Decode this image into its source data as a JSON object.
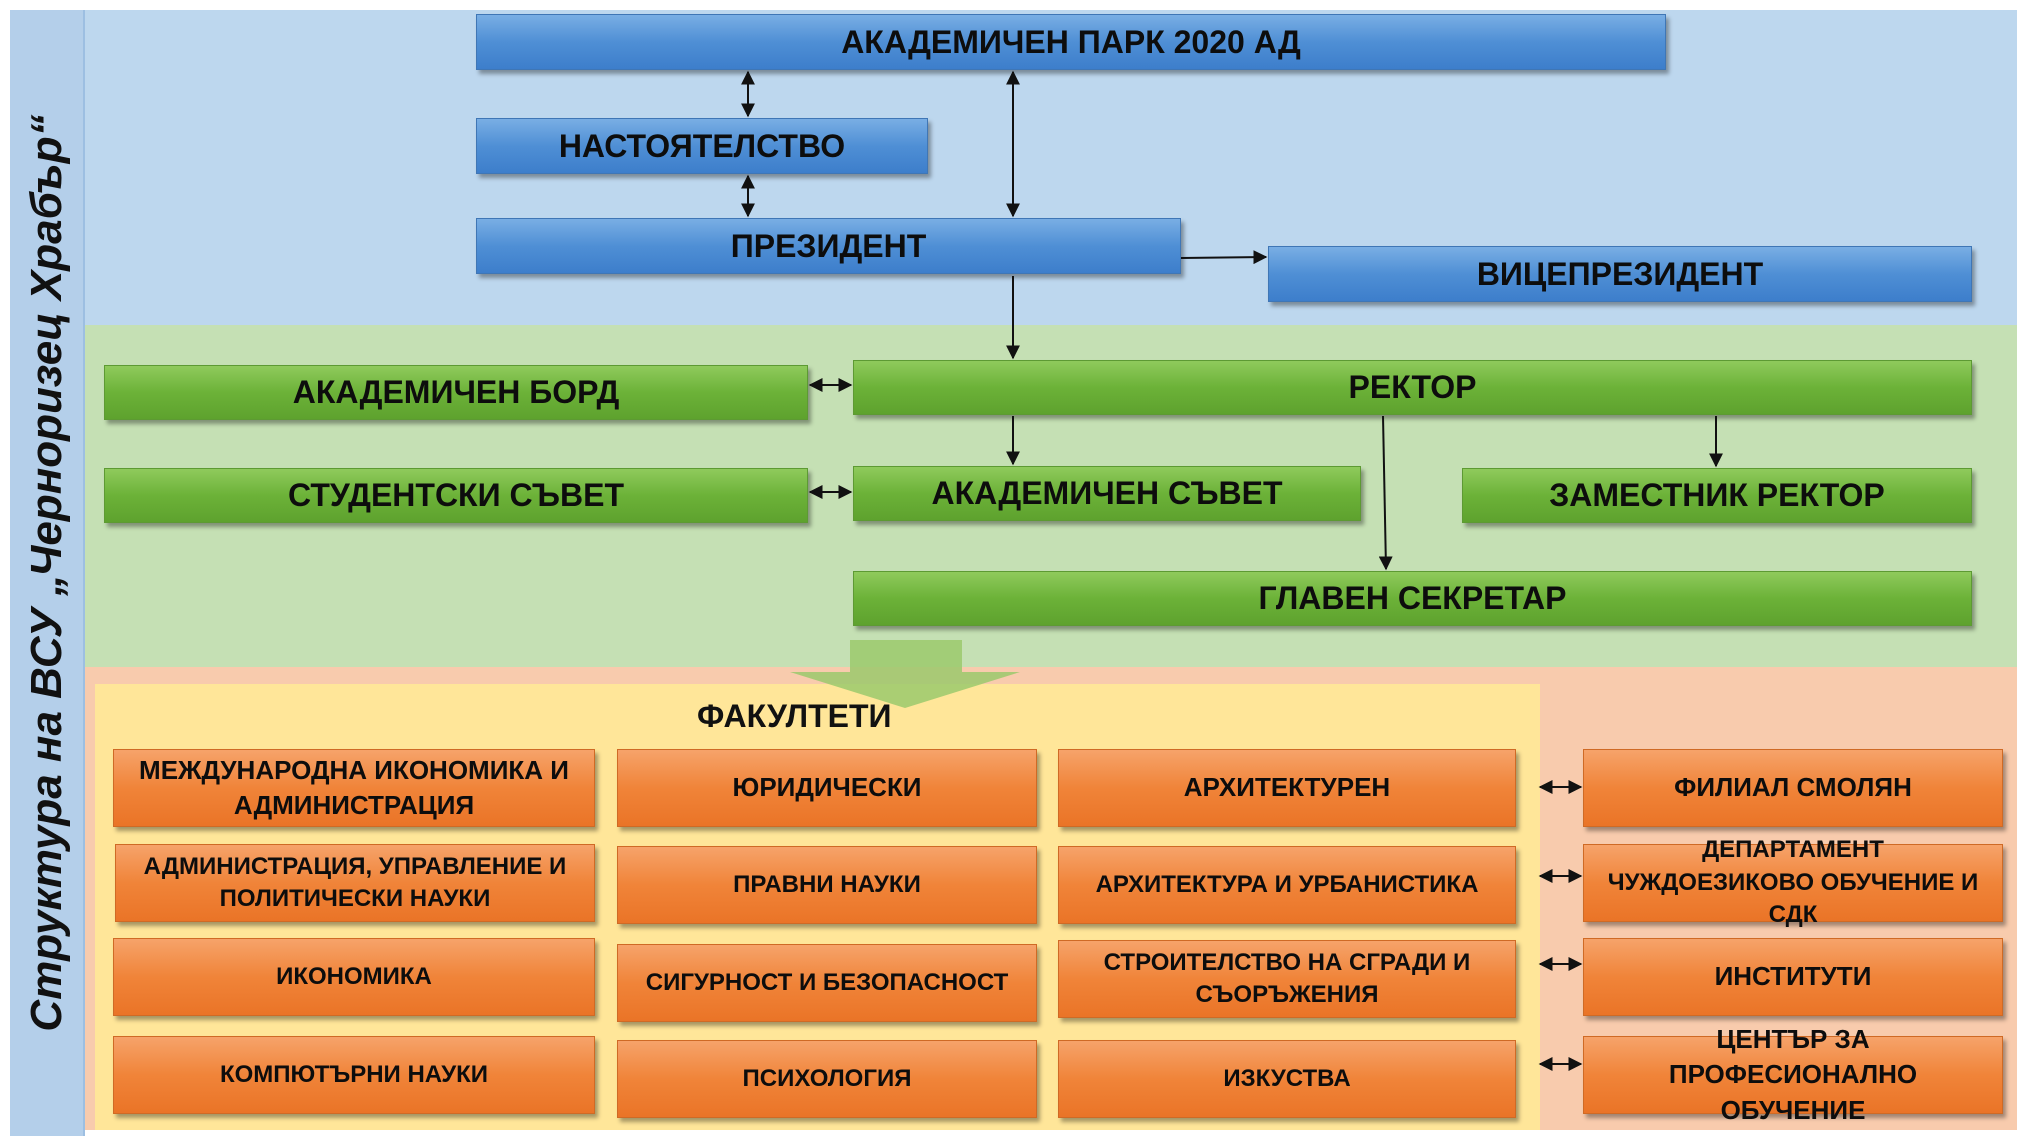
{
  "sidebar": {
    "title": "Структура на ВСУ „Черноризец Храбър“"
  },
  "top": {
    "park": "АКАДЕМИЧЕН ПАРК 2020 АД",
    "board_of_trustees": "НАСТОЯТЕЛСТВО",
    "president": "ПРЕЗИДЕНТ",
    "vice_president": "ВИЦЕПРЕЗИДЕНТ"
  },
  "middle": {
    "academic_board": "АКАДЕМИЧЕН БОРД",
    "rector": "РЕКТОР",
    "student_council": "СТУДЕНТСКИ СЪВЕТ",
    "academic_council": "АКАДЕМИЧЕН СЪВЕТ",
    "deputy_rector": "ЗАМЕСТНИК РЕКТОР",
    "chief_secretary": "ГЛАВЕН СЕКРЕТАР"
  },
  "faculties": {
    "label": "ФАКУЛТЕТИ",
    "col1": [
      "МЕЖДУНАРОДНА ИКОНОМИКА И АДМИНИСТРАЦИЯ",
      "АДМИНИСТРАЦИЯ, УПРАВЛЕНИЕ И ПОЛИТИЧЕСКИ НАУКИ",
      "ИКОНОМИКА",
      "КОМПЮТЪРНИ НАУКИ"
    ],
    "col2": [
      "ЮРИДИЧЕСКИ",
      "ПРАВНИ НАУКИ",
      "СИГУРНОСТ И БЕЗОПАСНОСТ",
      "ПСИХОЛОГИЯ"
    ],
    "col3": [
      "АРХИТЕКТУРЕН",
      "АРХИТЕКТУРА И УРБАНИСТИКА",
      "СТРОИТЕЛСТВО НА СГРАДИ И СЪОРЪЖЕНИЯ",
      "ИЗКУСТВА"
    ]
  },
  "units": [
    "ФИЛИАЛ СМОЛЯН",
    "ДЕПАРТАМЕНТ ЧУЖДОЕЗИКОВО ОБУЧЕНИЕ И СДК",
    "ИНСТИТУТИ",
    "ЦЕНТЪР ЗА ПРОФЕСИОНАЛНО ОБУЧЕНИЕ"
  ],
  "colors": {
    "top_zone": "#bdd7ee",
    "middle_zone": "#c5e0b4",
    "bottom_zone": "#f8cbad",
    "faculty_zone": "#ffe699",
    "sidebar": "#b4cfea"
  }
}
